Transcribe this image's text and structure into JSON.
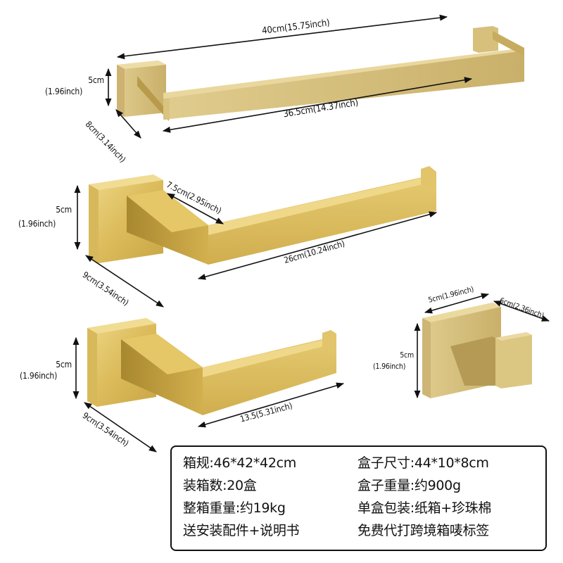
{
  "colors": {
    "gold_light": "#e9cf7a",
    "gold_mid": "#d6b552",
    "gold_dark": "#b8953a",
    "gold_shadow": "#9c7c2c",
    "ink": "#111111"
  },
  "products": {
    "towel_bar": {
      "overall_length": "40cm(15.75inch)",
      "bar_length": "36.5cm(14.37inch)",
      "height_cm": "5cm",
      "height_inch": "(1.96inch)",
      "depth": "8cm(3.14inch)"
    },
    "towel_ring_holder": {
      "height_cm": "5cm",
      "height_inch": "(1.96inch)",
      "arm_depth": "7.5cm(2.95inch)",
      "bar_length": "26cm(10.24inch)",
      "depth": "9cm(3.54inch)"
    },
    "paper_holder": {
      "height_cm": "5cm",
      "height_inch": "(1.96inch)",
      "bar_length": "13.5(5.31inch)",
      "depth": "9cm(3.54inch)"
    },
    "robe_hook": {
      "width": "5cm(1.96inch)",
      "depth": "6cm(2.36inch)",
      "height_cm": "5cm",
      "height_inch": "(1.96inch)"
    }
  },
  "specs": {
    "rows": [
      {
        "left": "箱规:46*42*42cm",
        "right": "盒子尺寸:44*10*8cm"
      },
      {
        "left": "装箱数:20盒",
        "right": "盒子重量:约900g"
      },
      {
        "left": "整箱重量:约19kg",
        "right": "单盒包装:纸箱+珍珠棉"
      },
      {
        "left": "送安装配件+说明书",
        "right": "免费代打跨境箱唛标签"
      }
    ]
  }
}
